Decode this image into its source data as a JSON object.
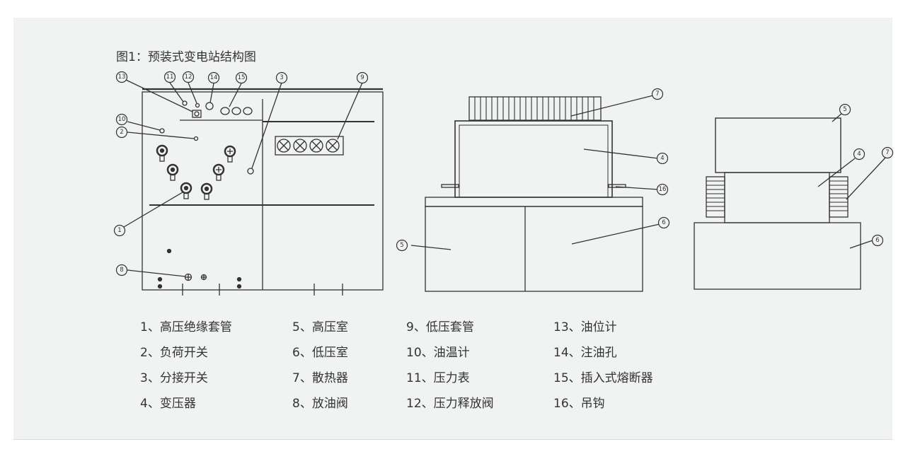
{
  "title": "图1：预装式变电站结构图",
  "callouts": {
    "c1": "1",
    "c2": "2",
    "c3": "3",
    "c4": "4",
    "c5": "5",
    "c6": "6",
    "c7": "7",
    "c8": "8",
    "c9": "9",
    "c10": "10",
    "c11": "11",
    "c12": "12",
    "c13": "13",
    "c14": "14",
    "c15": "15",
    "c16": "16"
  },
  "legend": [
    {
      "text": "1、高压绝缘套管"
    },
    {
      "text": "5、高压室"
    },
    {
      "text": "9、低压套管"
    },
    {
      "text": "13、油位计"
    },
    {
      "text": "2、负荷开关"
    },
    {
      "text": "6、低压室"
    },
    {
      "text": "10、油温计"
    },
    {
      "text": "14、注油孔"
    },
    {
      "text": "3、分接开关"
    },
    {
      "text": "7、散热器"
    },
    {
      "text": "11、压力表"
    },
    {
      "text": "15、插入式熔断器"
    },
    {
      "text": "4、变压器"
    },
    {
      "text": "8、放油阀"
    },
    {
      "text": "12、压力释放阀"
    },
    {
      "text": "16、吊钩"
    }
  ]
}
